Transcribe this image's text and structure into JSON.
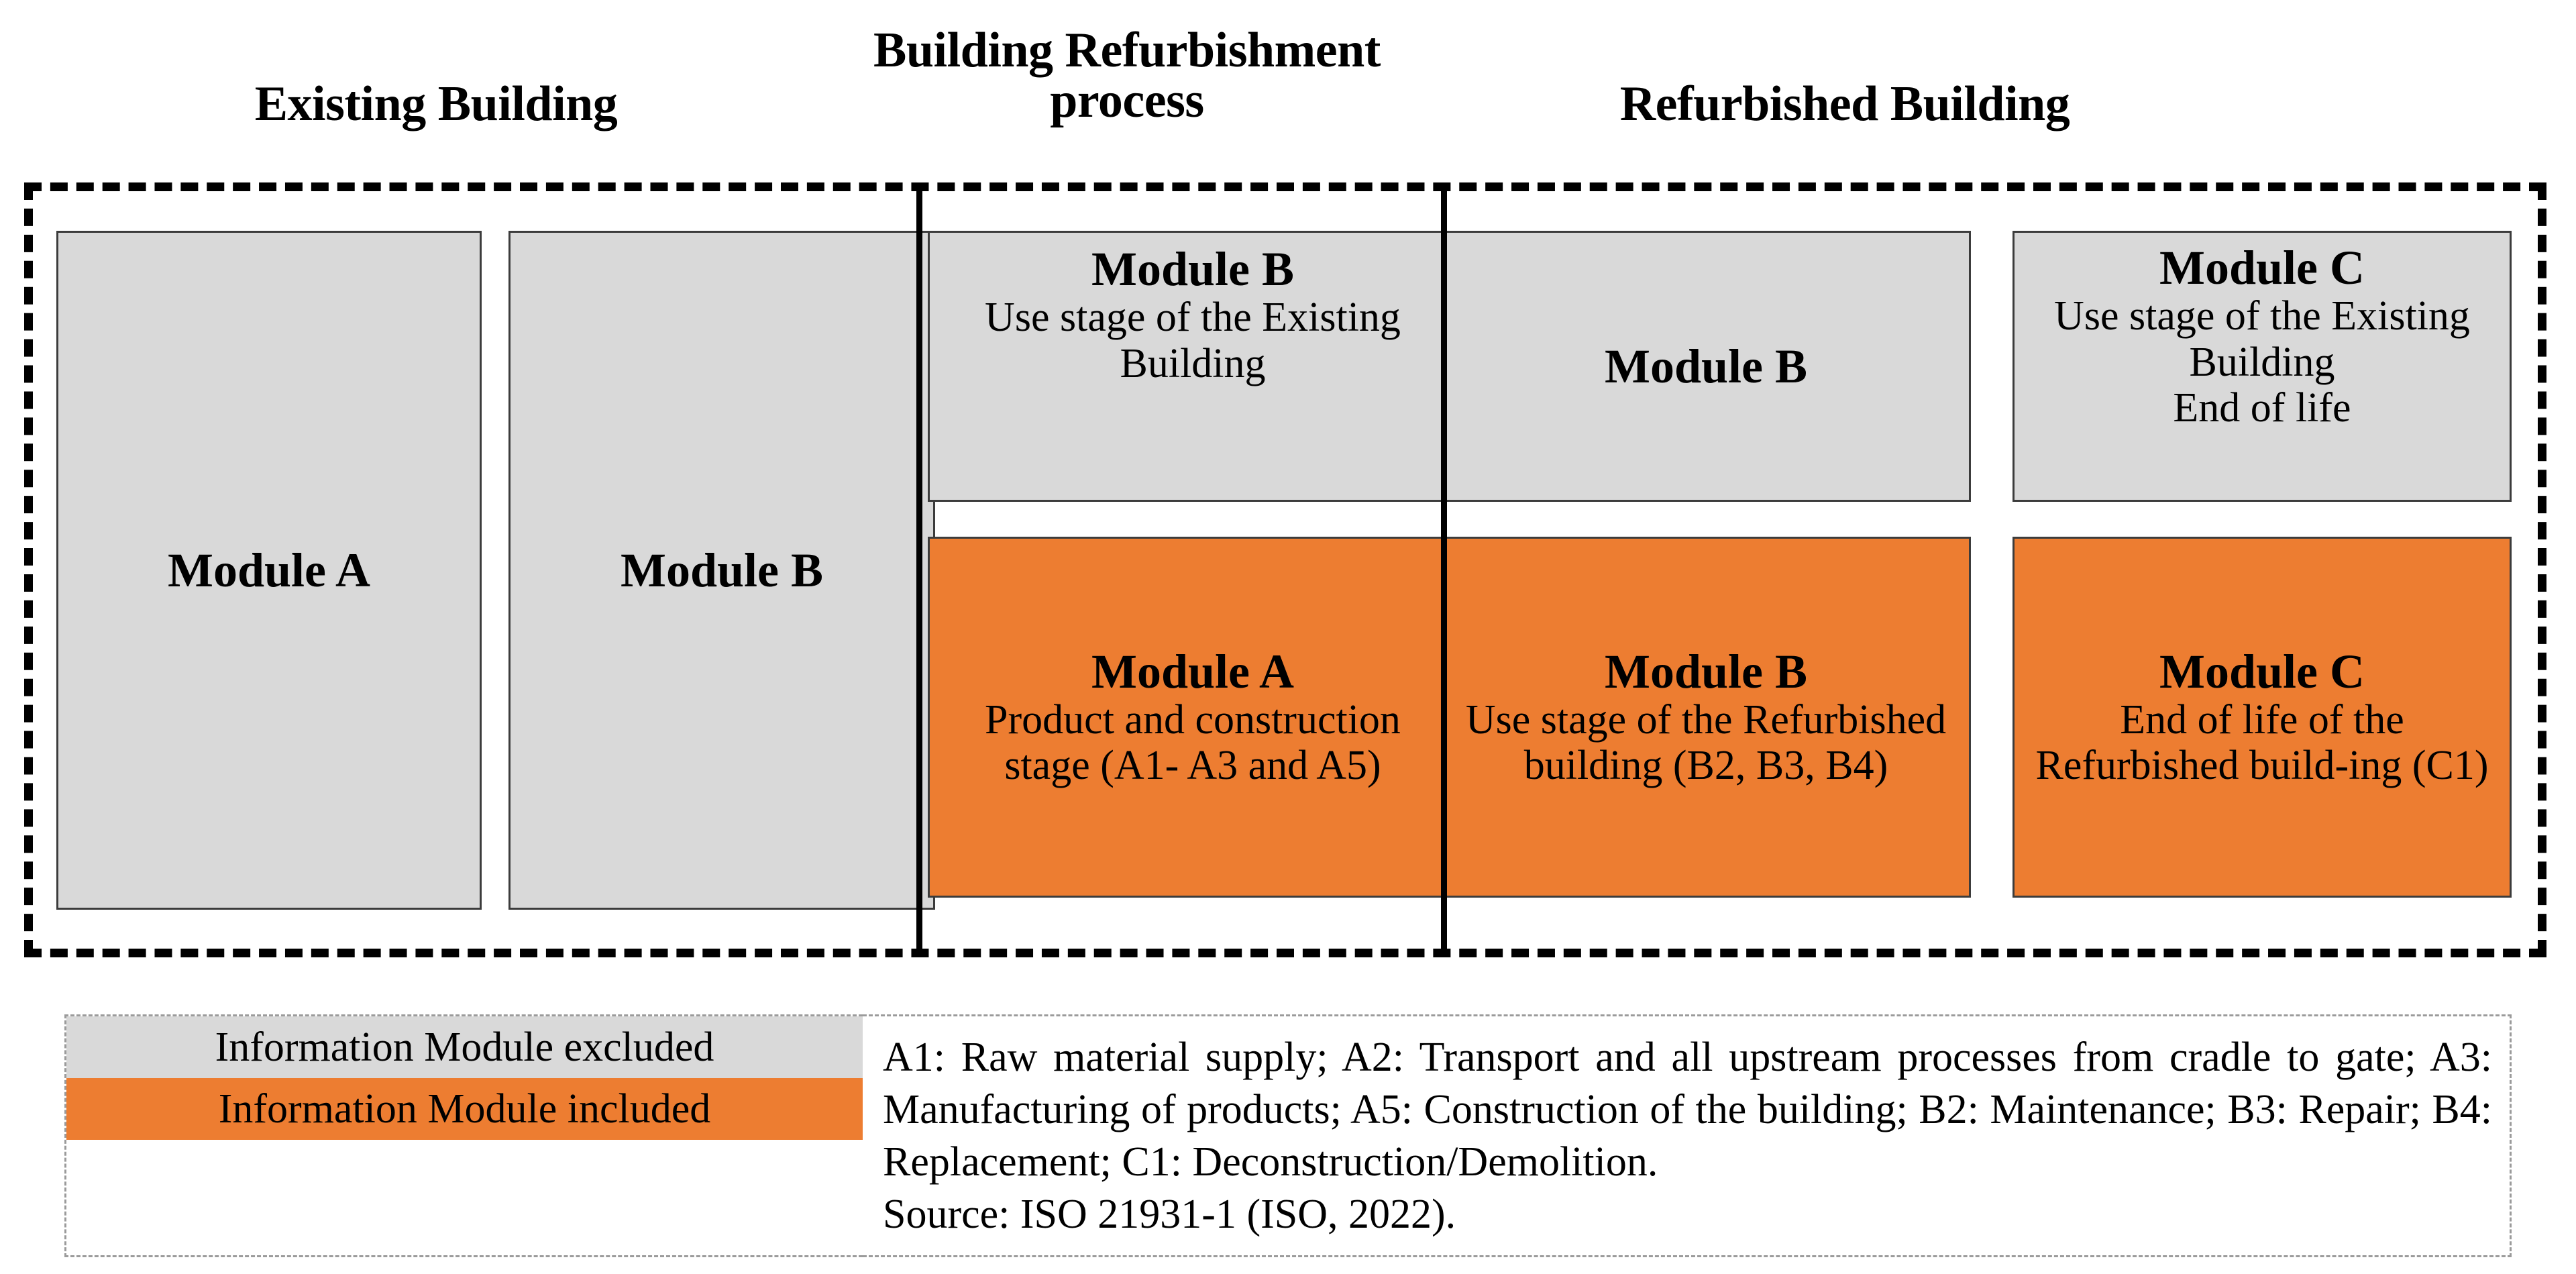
{
  "headers": {
    "existing": "Existing Building",
    "process": "Building Refurbishment process",
    "refurbished": "Refurbished Building"
  },
  "colors": {
    "excluded": "#D9D9D9",
    "included": "#ED7D31",
    "outline": "#3C3C3C",
    "frame": "#000000",
    "legend_border": "#9B9B9B"
  },
  "modules": {
    "a_existing": {
      "title": "Module A",
      "desc": "",
      "state": "excluded"
    },
    "b_existing": {
      "title": "Module B",
      "desc": "",
      "state": "excluded"
    },
    "b_use_existing": {
      "title": "Module B",
      "desc": "Use stage of the Existing Building",
      "state": "excluded"
    },
    "a_product": {
      "title": "Module A",
      "desc": "Product and construction stage (A1- A3 and A5)",
      "state": "included"
    },
    "b_refurb_gray": {
      "title": "Module B",
      "desc": "",
      "state": "excluded"
    },
    "b_refurb": {
      "title": "Module B",
      "desc": "Use stage of the Refurbished building (B2, B3, B4)",
      "state": "included"
    },
    "c_existing": {
      "title": "Module C",
      "desc": "Use stage of the Existing Building",
      "desc_clipped": "End of life",
      "state": "excluded"
    },
    "c_orange": {
      "title": "Module C",
      "desc": "End of life of the Refurbished build-ing (C1)",
      "state": "included"
    }
  },
  "legend": {
    "excluded_label": "Information Module excluded",
    "included_label": "Information Module included",
    "notes": "A1: Raw material supply; A2: Transport and all upstream processes from cradle to gate; A3: Manufacturing of products; A5: Construction of the building; B2: Maintenance; B3: Repair; B4: Replacement; C1: Deconstruction/Demolition.",
    "source": "Source: ISO 21931-1 (ISO, 2022)."
  }
}
